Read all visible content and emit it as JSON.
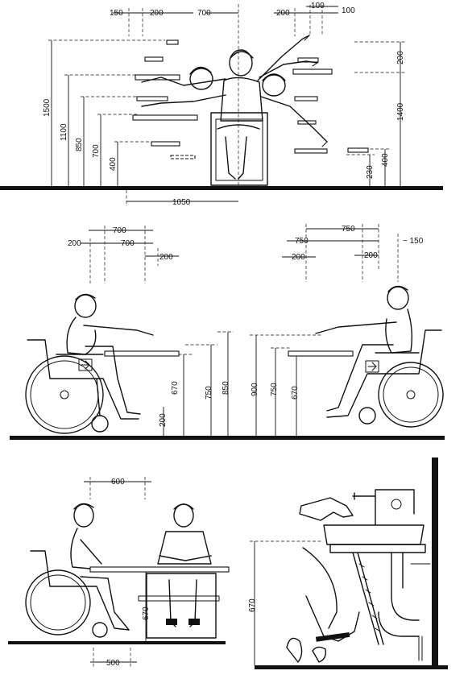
{
  "panels": {
    "reach": {
      "dims_top": [
        "150",
        "200",
        "700",
        "200",
        "100",
        "100"
      ],
      "dims_left": [
        "1500",
        "1100",
        "850",
        "700",
        "400"
      ],
      "dims_right": [
        "200",
        "1400",
        "230",
        "400"
      ],
      "dim_bottom": "1050"
    },
    "tables": {
      "left_top": [
        "700",
        "200",
        "700",
        "200"
      ],
      "left_vertical": [
        "670",
        "750",
        "850",
        "200"
      ],
      "right_top": [
        "750",
        "750",
        "~ 150",
        "200",
        "200"
      ],
      "right_vertical": [
        "900",
        "750",
        "670"
      ]
    },
    "dining": {
      "dim_top": "600",
      "dim_side": "670",
      "dim_bottom": "500"
    },
    "sink": {
      "dim_side": "670"
    }
  }
}
